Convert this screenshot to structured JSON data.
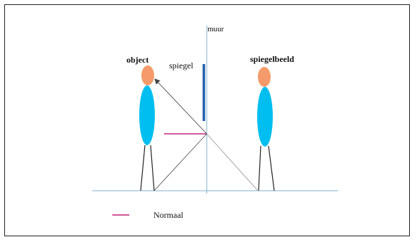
{
  "diagram": {
    "labels": {
      "wall": "muur",
      "mirror": "spiegel",
      "object": "object",
      "image": "spiegelbeeld"
    },
    "legend": {
      "normal_label": "Normaal"
    },
    "colors": {
      "head": "#f59a6a",
      "body": "#00bff0",
      "mirror": "#1f5fb0",
      "normal": "#c0207a",
      "floor": "#9ec4d6",
      "wall": "#7fb0c8",
      "ray": "#555555",
      "construction": "#999999",
      "frame_border": "#222222"
    }
  }
}
